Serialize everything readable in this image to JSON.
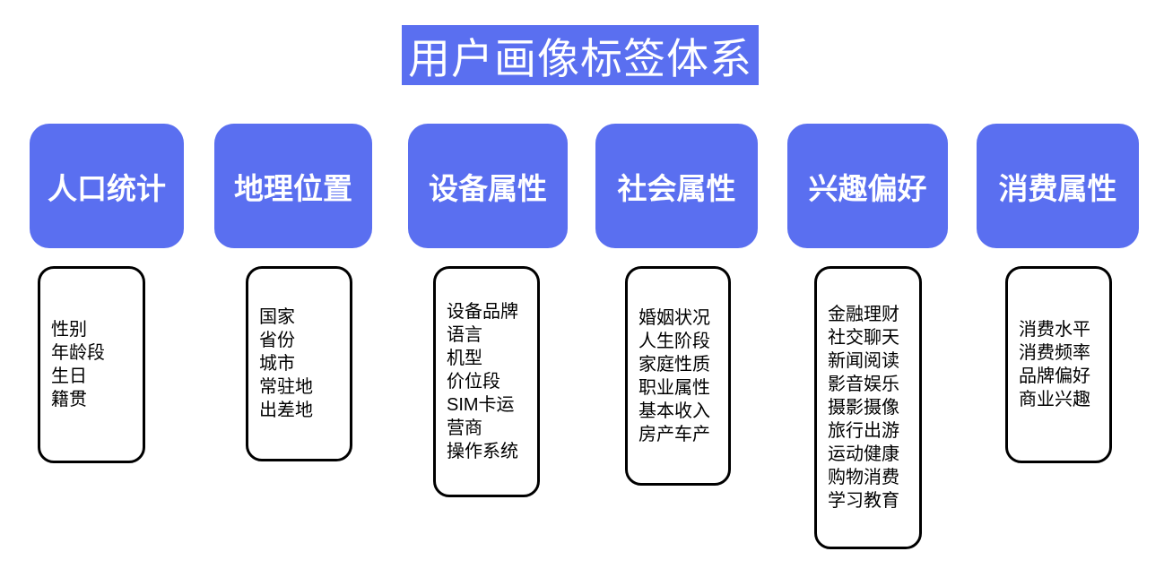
{
  "title": "用户画像标签体系",
  "colors": {
    "accent_blue": "#5A6FF0",
    "header_text": "#ffffff",
    "list_border": "#000000",
    "list_text": "#000000",
    "background": "#ffffff"
  },
  "columns": [
    {
      "label": "人口统计",
      "items": [
        "性别",
        "年龄段",
        "生日",
        "籍贯"
      ]
    },
    {
      "label": "地理位置",
      "items": [
        "国家",
        "省份",
        "城市",
        "常驻地",
        "出差地"
      ]
    },
    {
      "label": "设备属性",
      "items": [
        "设备品牌",
        "语言",
        "机型",
        "价位段",
        "SIM卡运",
        "营商",
        "操作系统"
      ]
    },
    {
      "label": "社会属性",
      "items": [
        "婚姻状况",
        "人生阶段",
        "家庭性质",
        "职业属性",
        "基本收入",
        "房产车产"
      ]
    },
    {
      "label": "兴趣偏好",
      "items": [
        "金融理财",
        "社交聊天",
        "新闻阅读",
        "影音娱乐",
        "摄影摄像",
        "旅行出游",
        "运动健康",
        "购物消费",
        "学习教育"
      ]
    },
    {
      "label": "消费属性",
      "items": [
        "消费水平",
        "消费频率",
        "品牌偏好",
        "商业兴趣"
      ]
    }
  ]
}
